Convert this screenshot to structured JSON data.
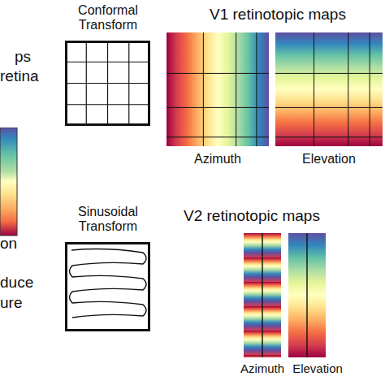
{
  "diagram": {
    "nodes": [
      {
        "text": [
          "Conformal Transform"
        ]
      },
      {
        "text": [
          "Azimuth"
        ]
      },
      {
        "text": [
          "Elevation"
        ]
      },
      {
        "text": [
          "Sinusoidal Transform"
        ]
      },
      {
        "text": [
          "Azimuth"
        ]
      },
      {
        "text": [
          "Elevation"
        ]
      }
    ],
    "labels": [
      "ps",
      "retina",
      "on",
      "duce",
      "ure",
      "V1 retinotopic maps",
      "V2 retinotopic maps"
    ]
  }
}
